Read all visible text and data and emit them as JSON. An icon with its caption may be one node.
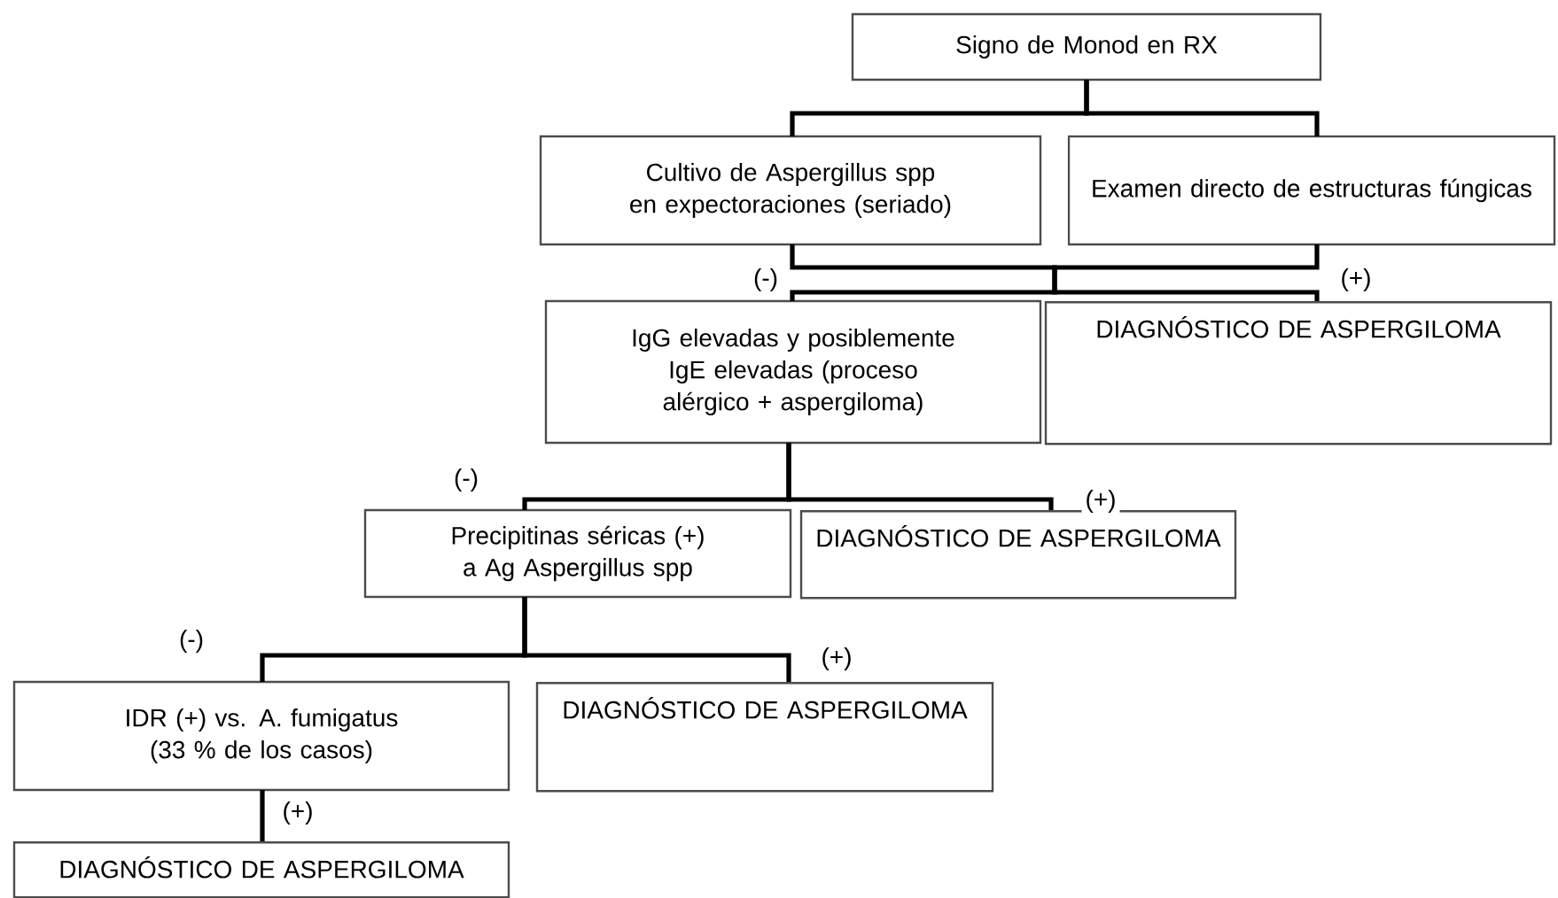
{
  "diagram": {
    "nodes": [
      {
        "text": [
          "Signo de Monod en RX"
        ]
      },
      {
        "text": [
          "Cultivo de Aspergillus spp en expectoraciones (seriado)"
        ]
      },
      {
        "text": [
          "Examen directo de estructuras fúngicas"
        ]
      },
      {
        "text": [
          "IgG elevadas y posiblemente IgE elevadas (proceso alérgico + aspergiloma)"
        ]
      },
      {
        "text": [
          "DIAGNÓSTICO DE ASPERGILOMA"
        ]
      },
      {
        "text": [
          "Precipitinas séricas (+) a Ag Aspergillus spp"
        ]
      },
      {
        "text": [
          "DIAGNÓSTICO DE ASPERGILOMA"
        ]
      },
      {
        "text": [
          "IDR (+) vs. A. fumigatus (33 % de los casos)"
        ]
      },
      {
        "text": [
          "DIAGNÓSTICO DE ASPERGILOMA"
        ]
      },
      {
        "text": [
          "DIAGNÓSTICO DE ASPERGILOMA"
        ]
      }
    ],
    "edges": [
      {
        "from": 0,
        "to": 1,
        "arrow": "none"
      },
      {
        "from": 0,
        "to": 2,
        "arrow": "none"
      },
      {
        "from": 1,
        "to": 3,
        "arrow": "none",
        "label": "(-)"
      },
      {
        "from": 2,
        "to": 4,
        "arrow": "none",
        "label": "(+)"
      },
      {
        "from": 3,
        "to": 5,
        "arrow": "none",
        "label": "(-)"
      },
      {
        "from": 3,
        "to": 6,
        "arrow": "none",
        "label": "(+)"
      },
      {
        "from": 5,
        "to": 7,
        "arrow": "none",
        "label": "(-)"
      },
      {
        "from": 5,
        "to": 8,
        "arrow": "none",
        "label": "(+)"
      },
      {
        "from": 7,
        "to": 9,
        "arrow": "none",
        "label": "(+)"
      }
    ]
  }
}
